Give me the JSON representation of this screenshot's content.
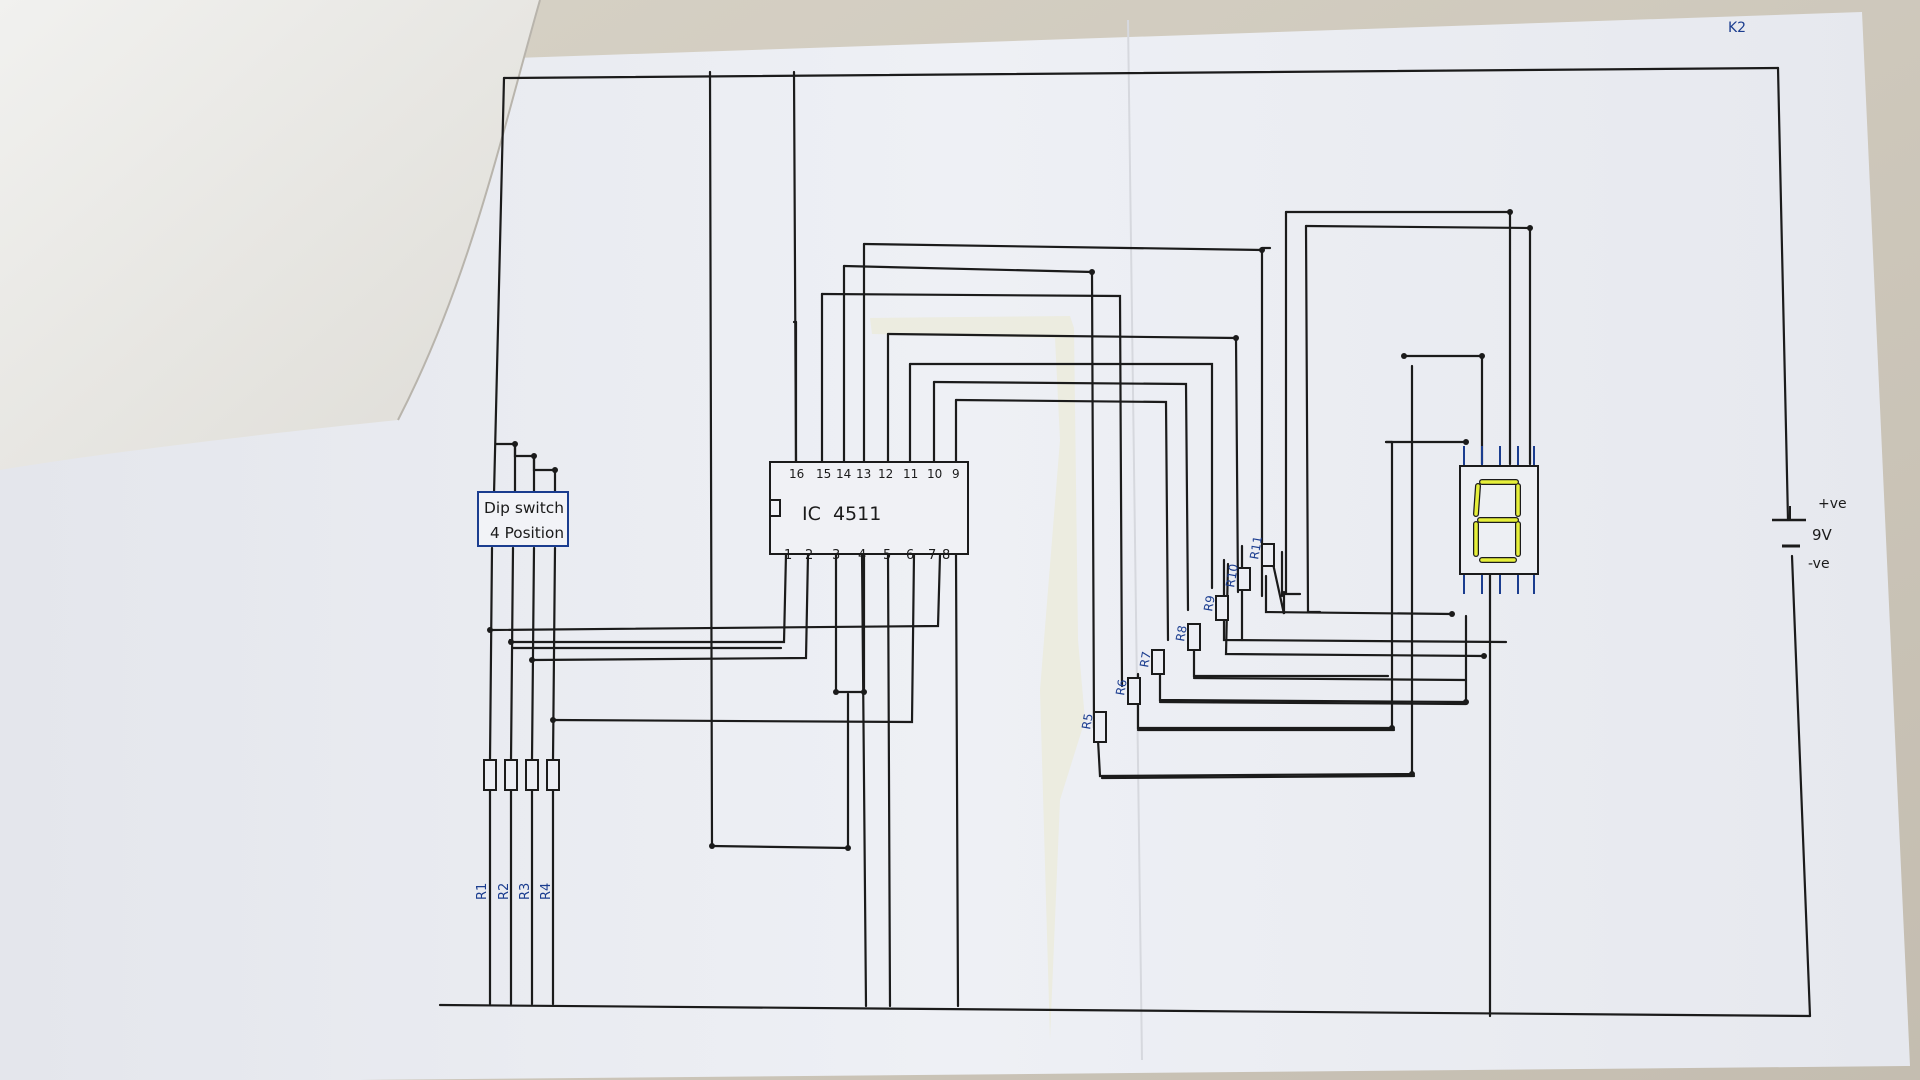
{
  "sheet_tag": "K2",
  "dip_switch": {
    "line1": "Dip switch",
    "line2": "4 Position"
  },
  "ic": {
    "label": "IC  4511",
    "top_pins": [
      "16",
      "15",
      "14",
      "13",
      "12",
      "11",
      "10",
      "9"
    ],
    "bottom_pins": [
      "1",
      "2",
      "3",
      "4",
      "5",
      "6",
      "7",
      "8"
    ]
  },
  "resistors_switch": [
    "R1",
    "R2",
    "R3",
    "R4"
  ],
  "resistors_segment": [
    "R5",
    "R6",
    "R7",
    "R8",
    "R9",
    "R10",
    "R11"
  ],
  "battery": {
    "pos": "+ve",
    "voltage": "9V",
    "neg": "-ve"
  },
  "colors": {
    "ink": "#1b1b1b",
    "blue": "#1b3d8f",
    "yellow": "#e6ef3a",
    "paper": "#eceef4"
  }
}
